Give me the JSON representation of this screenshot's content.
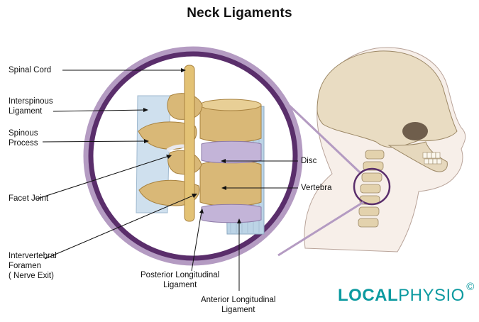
{
  "title": "Neck Ligaments",
  "labels": {
    "spinal_cord": "Spinal Cord",
    "interspinous_ligament": "Interspinous\nLigament",
    "spinous_process": "Spinous\nProcess",
    "facet_joint": "Facet Joint",
    "intervertebral_foramen": "Intervertebral\nForamen\n( Nerve Exit)",
    "posterior_longitudinal_ligament": "Posterior Longitudinal\nLigament",
    "anterior_longitudinal_ligament": "Anterior Longitudinal\nLigament",
    "disc": "Disc",
    "vertebra": "Vertebra"
  },
  "logo": {
    "part1": "LOCAL",
    "part2": "PHYSIO",
    "mark": "©"
  },
  "colors": {
    "ring": "#5a2e6b",
    "ring_outer": "#b49bc2",
    "bone": "#d9b877",
    "bone_shadow": "#a8823f",
    "cord": "#e3c275",
    "ligament": "#bcd4e6",
    "disc": "#c3b4d8",
    "skin": "#f7efe9",
    "brand": "#0c9aa0"
  }
}
